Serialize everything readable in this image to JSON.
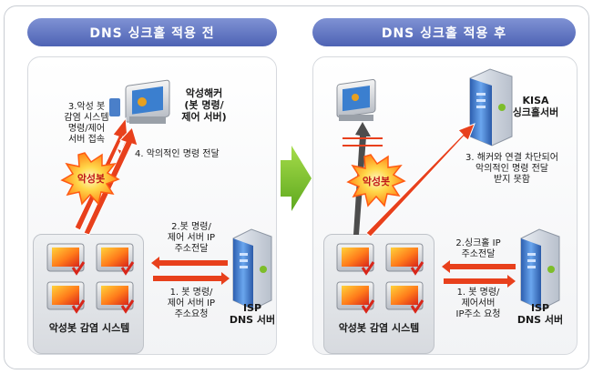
{
  "colors": {
    "header": "#5b70bd",
    "attack_arrow": "#e8401c",
    "safe_arrow": "#555555",
    "server_blue": "#3a78c8",
    "green_arrow": "#7dbd2a"
  },
  "before": {
    "title": "DNS 싱크홀 적용 전",
    "hacker_label": "악성해커\n(봇 명령/\n제어 서버)",
    "step3": "3.악성 봇\n감염 시스템\n명령/제어\n서버 접속",
    "step4": "4. 악의적인 명령 전달",
    "bot_label": "악성봇",
    "step2": "2.봇 명령/\n제어 서버 IP\n주소전달",
    "step1": "1. 봇 명령/\n제어 서버 IP\n주소요청",
    "infected_label": "악성봇 감염 시스템",
    "dns_label": "ISP\nDNS 서버"
  },
  "after": {
    "title": "DNS 싱크홀 적용 후",
    "kisa_label": "KISA\n싱크홀서버",
    "step3": "3. 해커와 연결 차단되어\n악의적인 명령 전달\n받지 못함",
    "bot_label": "악성봇",
    "step2": "2.싱크홀 IP\n주소전달",
    "step1": "1. 봇 명령/\n제어서버\nIP주소 요청",
    "infected_label": "악성봇 감염 시스템",
    "dns_label": "ISP\nDNS 서버"
  }
}
